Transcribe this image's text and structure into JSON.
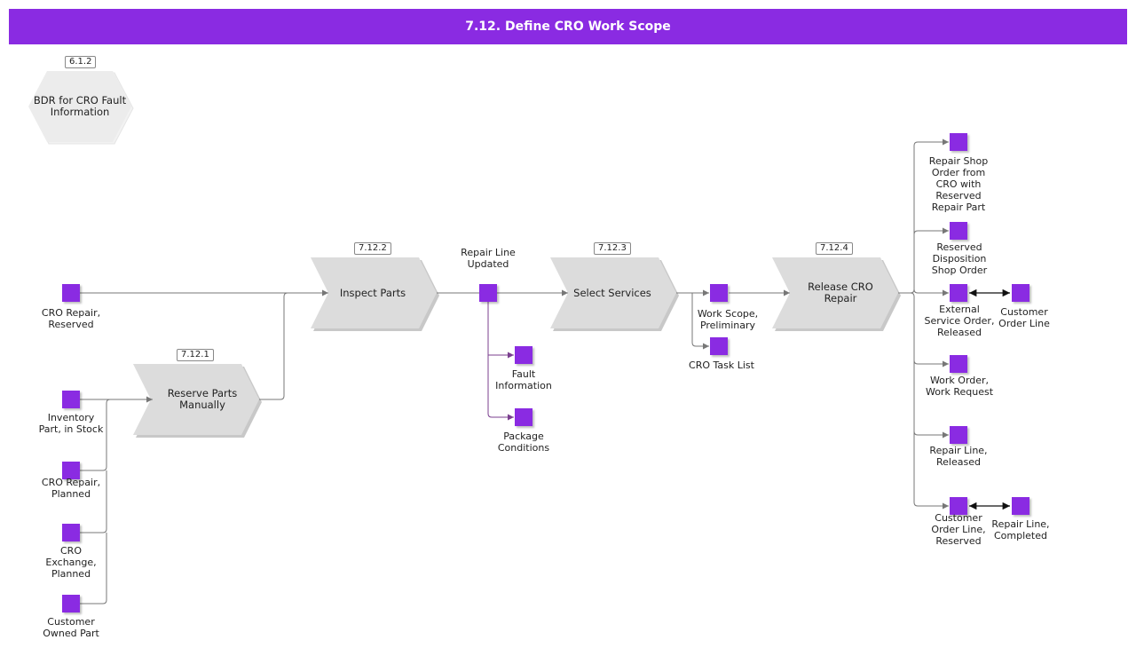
{
  "title": "7.12. Define CRO Work Scope",
  "colors": {
    "accent": "#8a2be2",
    "shape_fill": "#dcdcdc",
    "connector": "#777777",
    "subflow": "#7b3f8f"
  },
  "event": {
    "ref": "6.1.2",
    "label": "BDR for CRO Fault Information"
  },
  "processes": [
    {
      "id": "p1",
      "ref": "7.12.1",
      "label": "Reserve Parts Manually"
    },
    {
      "id": "p2",
      "ref": "7.12.2",
      "label": "Inspect Parts"
    },
    {
      "id": "p3",
      "ref": "7.12.3",
      "label": "Select Services"
    },
    {
      "id": "p4",
      "ref": "7.12.4",
      "label": "Release CRO Repair"
    }
  ],
  "objects": [
    {
      "id": "cro-repair-reserved",
      "label": "CRO Repair, Reserved"
    },
    {
      "id": "inventory-part",
      "label": "Inventory Part, in Stock"
    },
    {
      "id": "cro-repair-planned",
      "label": "CRO Repair, Planned"
    },
    {
      "id": "cro-exchange-planned",
      "label": "CRO Exchange, Planned"
    },
    {
      "id": "customer-owned-part",
      "label": "Customer Owned Part"
    },
    {
      "id": "repair-line-updated",
      "label": "Repair Line Updated"
    },
    {
      "id": "fault-information",
      "label": "Fault Information"
    },
    {
      "id": "package-conditions",
      "label": "Package Conditions"
    },
    {
      "id": "work-scope-preliminary",
      "label": "Work Scope, Preliminary"
    },
    {
      "id": "cro-task-list",
      "label": "CRO Task List"
    },
    {
      "id": "repair-shop-order",
      "label": "Repair Shop Order from CRO with Reserved Repair Part"
    },
    {
      "id": "reserved-disposition",
      "label": "Reserved Disposition Shop Order"
    },
    {
      "id": "external-service-order",
      "label": "External Service Order, Released"
    },
    {
      "id": "customer-order-line",
      "label": "Customer Order Line"
    },
    {
      "id": "work-order-request",
      "label": "Work Order, Work Request"
    },
    {
      "id": "repair-line-released",
      "label": "Repair Line, Released"
    },
    {
      "id": "customer-order-line-reserved",
      "label": "Customer Order Line, Reserved"
    },
    {
      "id": "repair-line-completed",
      "label": "Repair Line, Completed"
    }
  ]
}
